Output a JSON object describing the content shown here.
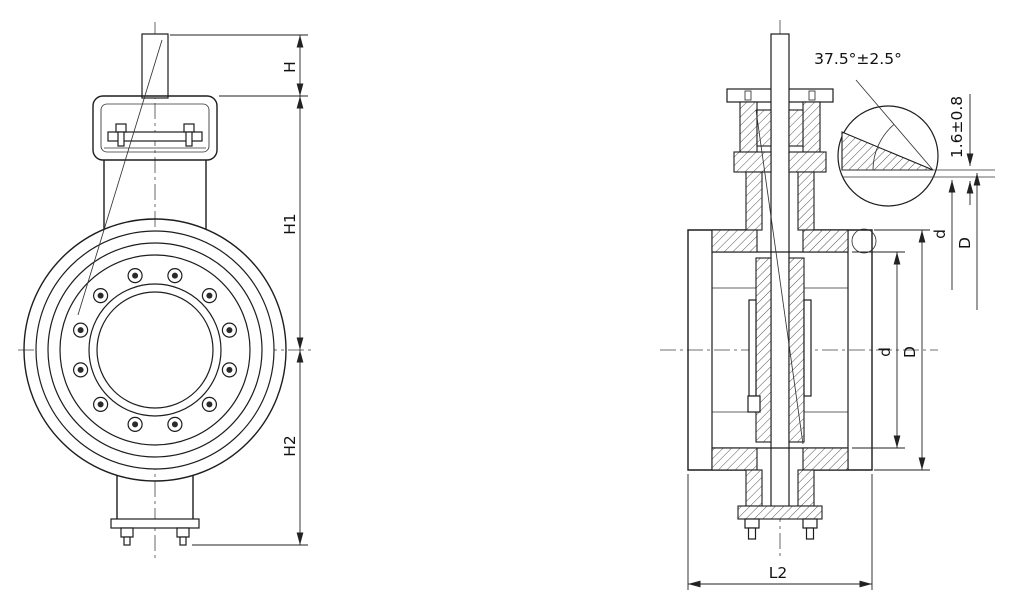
{
  "drawing": {
    "front_view": {
      "dim_h": "H",
      "dim_h1": "H1",
      "dim_h2": "H2"
    },
    "section_view": {
      "dim_bore": "d",
      "dim_outer": "D",
      "dim_length": "L2"
    },
    "detail_view": {
      "angle": "37.5°±2.5°",
      "seat_face": "1.6±0.8",
      "dim_d": "d",
      "dim_D": "D"
    }
  }
}
